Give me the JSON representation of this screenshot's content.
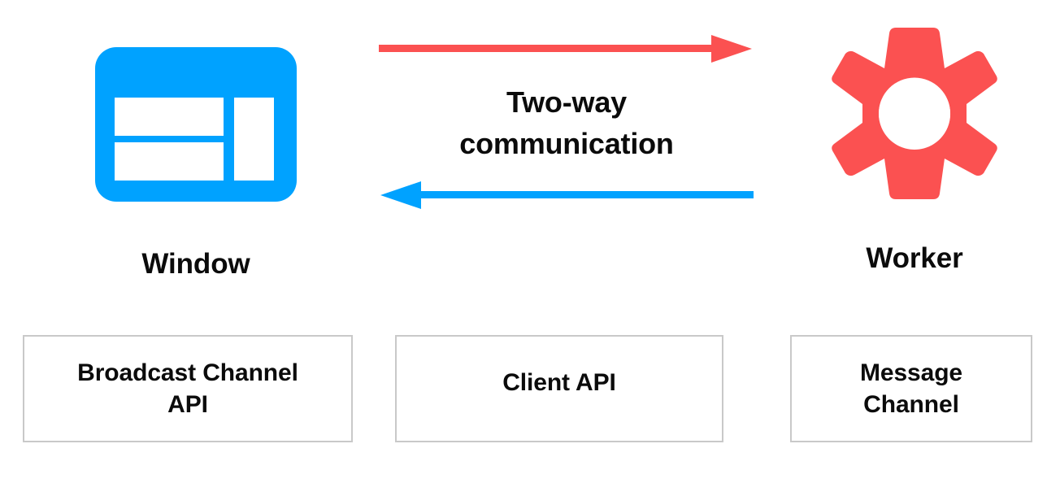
{
  "diagram": {
    "title": "Two-way communication between Window and Worker",
    "colors": {
      "blue": "#00A2FF",
      "red": "#FB5151",
      "text": "#0B0B0B",
      "box_border": "#C9C9C9",
      "background": "#FFFFFF"
    }
  },
  "nodes": {
    "left": {
      "icon": "browser-window-icon",
      "label": "Window",
      "color": "#00A2FF"
    },
    "right": {
      "icon": "gear-icon",
      "label": "Worker",
      "color": "#FB5151"
    }
  },
  "connector": {
    "caption_line1": "Two-way",
    "caption_line2": "communication",
    "arrows": [
      {
        "name": "window-to-worker-arrow",
        "direction": "right",
        "color": "#FB5151",
        "from": "Window",
        "to": "Worker"
      },
      {
        "name": "worker-to-window-arrow",
        "direction": "left",
        "color": "#00A2FF",
        "from": "Worker",
        "to": "Window"
      }
    ]
  },
  "api_boxes": [
    {
      "name": "broadcast-channel-api-box",
      "line1": "Broadcast Channel",
      "line2": "API"
    },
    {
      "name": "client-api-box",
      "line1": "Client API",
      "line2": ""
    },
    {
      "name": "message-channel-box",
      "line1": "Message",
      "line2": "Channel"
    }
  ]
}
